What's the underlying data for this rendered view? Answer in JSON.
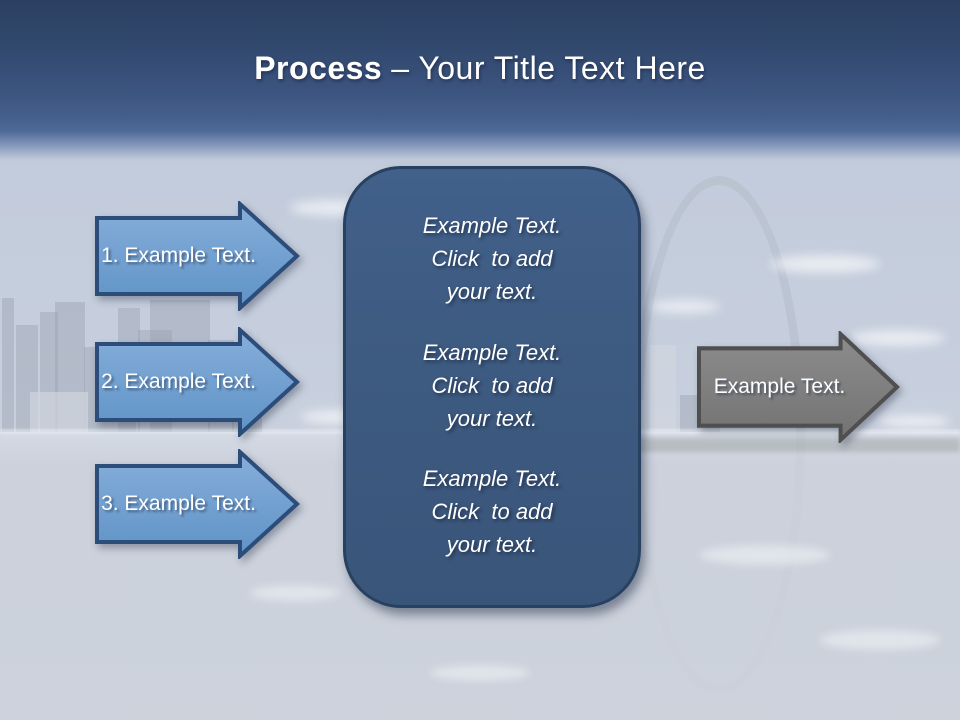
{
  "title": {
    "bold": "Process",
    "rest": "– Your Title Text Here"
  },
  "steps": [
    {
      "label": "1. Example Text."
    },
    {
      "label": "2. Example Text."
    },
    {
      "label": "3. Example Text."
    }
  ],
  "center_box": {
    "paragraphs": [
      "Example Text.\nClick  to add\nyour text.",
      "Example Text.\nClick  to add\nyour text.",
      "Example Text.\nClick  to add\nyour text."
    ]
  },
  "output_arrow": {
    "label": "Example Text."
  },
  "colors": {
    "header_top": "#2B4061",
    "header_bottom": "#4E6997",
    "step_fill_top": "#85AEDA",
    "step_fill_bottom": "#6093C8",
    "step_border": "#2C4C7A",
    "box_fill": "#3D5A80",
    "box_border": "#294160",
    "output_fill": "#7F7F7F",
    "output_border": "#4F4F4F",
    "text": "#FFFFFF",
    "sky": "#C5CEDC",
    "water": "#CCD1DB"
  }
}
